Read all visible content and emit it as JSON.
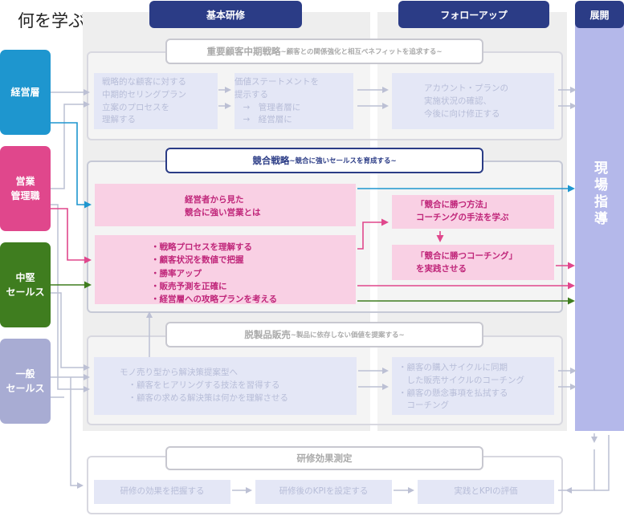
{
  "title": "何を学ぶか?",
  "columns": {
    "basic": "基本研修",
    "followup": "フォローアップ",
    "deploy": "展開"
  },
  "deploy_vertical": "現場指導",
  "roles": [
    {
      "label": "経営層",
      "color": "#1e96cf"
    },
    {
      "label": "営業\n管理職",
      "color": "#e0478c"
    },
    {
      "label": "中堅\nセールス",
      "color": "#3f7d1f"
    },
    {
      "label": "一般\nセールス",
      "color": "#a8acd3"
    }
  ],
  "sections": {
    "key_account": {
      "title": "重要顧客中期戦略",
      "subtitle": "~顧客との関係強化と相互ベネフィットを追求する~",
      "boxes": [
        "戦略的な顧客に対する\n中期的セリングプラン\n立案のプロセスを\n理解する",
        "価値ステートメントを\n提示する\n　→　管理者層に\n　→　経営層に",
        "アカウント・プランの\n実施状況の確認、\n今後に向け修正する"
      ]
    },
    "competitive": {
      "title": "競合戦略",
      "subtitle": "~競合に強いセールスを育成する~",
      "boxes": [
        "経営者から見た\n競合に強い営業とは",
        "・戦略プロセスを理解する\n・顧客状況を数値で把握\n・勝率アップ\n・販売予測を正確に\n・経営層への攻略プランを考える",
        "「競合に勝つ方法」\nコーチングの手法を学ぶ",
        "「競合に勝つコーチング」\nを実践させる"
      ]
    },
    "solution": {
      "title": "脱製品販売",
      "subtitle": "~製品に依存しない価値を提案する~",
      "boxes": [
        "モノ売り型から解決策提案型へ\n　・顧客をヒアリングする技法を習得する\n　・顧客の求める解決策は何かを理解させる",
        "・顧客の購入サイクルに同期\n　した販売サイクルのコーチング\n・顧客の懸念事項を払拭する\n　コーチング"
      ]
    },
    "measurement": {
      "title": "研修効果測定",
      "boxes": [
        "研修の効果を把握する",
        "研修後のKPIを設定する",
        "実践とKPIの評価"
      ]
    }
  },
  "colors": {
    "navy": "#2b3c86",
    "pink_box": "#f9d0e4",
    "pink_text": "#c0267a",
    "faded_box": "#e4e7f6",
    "deploy": "#b4b8ea"
  }
}
